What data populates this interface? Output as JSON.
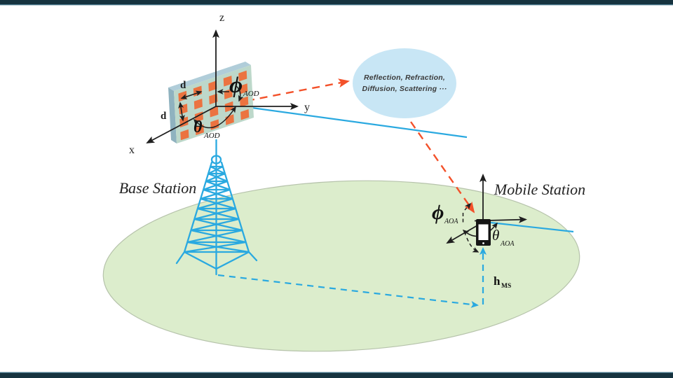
{
  "colors": {
    "border": "#16333f",
    "border_accent": "#3c6b80",
    "cyan": "#2aa9e0",
    "red": "#f3512a",
    "ground_fill": "#dcedcc",
    "ground_edge": "#b6c3ab",
    "cloud_fill": "#c8e6f5",
    "panel_face": "#bdd8ca",
    "panel_top": "#b0cdd9",
    "panel_side": "#8fb2bf",
    "patch": "#eb7340",
    "ink": "#1f1f1f"
  },
  "axes": {
    "x": "x",
    "y": "y",
    "z": "z"
  },
  "antenna_array": {
    "spacing_horizontal": "d",
    "spacing_vertical": "d"
  },
  "angles": {
    "aod_elevation": {
      "symbol": "ϕ",
      "subscript": "AOD"
    },
    "aod_azimuth": {
      "symbol": "θ",
      "subscript": "AOD"
    },
    "aoa_elevation": {
      "symbol": "ϕ",
      "subscript": "AOA"
    },
    "aoa_azimuth": {
      "symbol": "θ",
      "subscript": "AOA"
    }
  },
  "scatter_cloud": {
    "line1": "Reflection,  Refraction,",
    "line2": "Diffusion, Scattering ···"
  },
  "labels": {
    "base_station": "Base Station",
    "mobile_station": "Mobile Station"
  },
  "ms_height": {
    "symbol": "h",
    "subscript": "MS"
  }
}
